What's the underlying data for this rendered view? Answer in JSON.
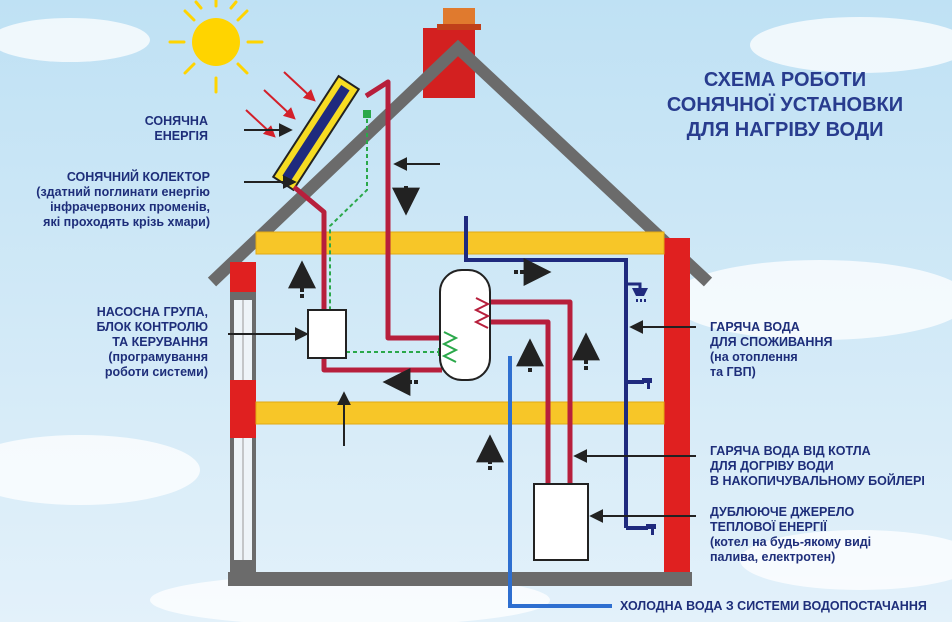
{
  "title": {
    "line1": "СХЕМА РОБОТИ",
    "line2": "СОНЯЧНОЇ УСТАНОВКИ",
    "line3": "ДЛЯ НАГРІВУ ВОДИ"
  },
  "labels": {
    "solar_energy": {
      "line1": "СОНЯЧНА",
      "line2": "ЕНЕРГІЯ"
    },
    "collector": {
      "heading": "СОНЯЧНИЙ КОЛЕКТОР",
      "line1": "(здатний поглинати енергію",
      "line2": "інфрачервоних променів,",
      "line3": "які проходять крізь хмари)"
    },
    "pump_group": {
      "line1": "НАСОСНА ГРУПА,",
      "line2": "БЛОК КОНТРОЛЮ",
      "line3": "ТА КЕРУВАННЯ",
      "line4": "(програмування",
      "line5": "роботи системи)"
    },
    "hot_water": {
      "line1": "ГАРЯЧА ВОДА",
      "line2": "ДЛЯ СПОЖИВАННЯ",
      "line3": "(на отоплення",
      "line4": "та ГВП)"
    },
    "boiler_water": {
      "line1": "ГАРЯЧА ВОДА ВІД КОТЛА",
      "line2": "ДЛЯ ДОГРІВУ ВОДИ",
      "line3": "В НАКОПИЧУВАЛЬНОМУ БОЙЛЕРІ"
    },
    "backup_source": {
      "line1": "ДУБЛЮЮЧЕ ДЖЕРЕЛО",
      "line2": "ТЕПЛОВОЇ ЕНЕРГІЇ",
      "line3": "(котел на будь-якому виді",
      "line4": "палива, електротен)"
    },
    "cold_water": "ХОЛОДНА ВОДА З СИСТЕМИ ВОДОПОСТАЧАННЯ"
  },
  "colors": {
    "sky_top": "#bfe1f4",
    "sky_bottom": "#e3f1fa",
    "wall": "#6b6b6b",
    "brick": "#e02020",
    "beam": "#f7c628",
    "hot_pipe": "#b71f3c",
    "cold_pipe": "#1f2a7e",
    "supply_pipe": "#2e6fd0",
    "control_line": "#2aa84a",
    "sun": "#ffd400",
    "label_text": "#1e2e7a"
  },
  "icons": {
    "sun": "sun-icon",
    "shower": "shower-head-icon",
    "tap": "water-tap-icon",
    "pump": "pump-control-box",
    "tank": "storage-boiler-icon",
    "boiler": "backup-boiler-icon"
  }
}
